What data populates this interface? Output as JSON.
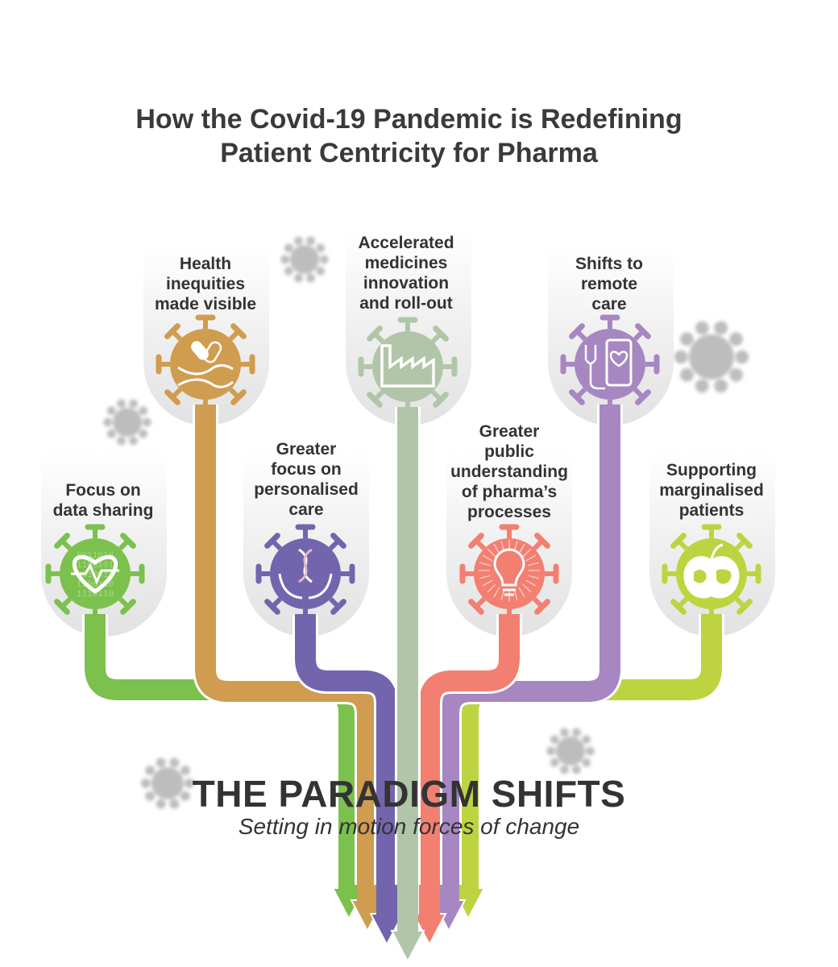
{
  "title": {
    "line1": "How the Covid-19 Pandemic is Redefining",
    "line2": "Patient Centricity for Pharma"
  },
  "branches": [
    {
      "id": "data",
      "lines": [
        "Focus on",
        "data sharing"
      ],
      "color": "#7cc04d",
      "icon": "heart-pulse-binary-icon",
      "binary": [
        "0011010",
        "1100101",
        "0010010",
        "1100110",
        "1110110"
      ]
    },
    {
      "id": "health",
      "lines": [
        "Health",
        "inequities",
        "made visible"
      ],
      "color": "#d09c4f",
      "icon": "pill-hands-icon"
    },
    {
      "id": "personal",
      "lines": [
        "Greater",
        "focus on",
        "personalised",
        "care"
      ],
      "color": "#7265ae",
      "icon": "dna-hands-icon"
    },
    {
      "id": "medicines",
      "lines": [
        "Accelerated",
        "medicines",
        "innovation",
        "and roll-out"
      ],
      "color": "#b1c6a9",
      "icon": "factory-icon"
    },
    {
      "id": "public",
      "lines": [
        "Greater",
        "public",
        "understanding",
        "of pharma’s",
        "processes"
      ],
      "color": "#f37f71",
      "icon": "lightbulb-icon"
    },
    {
      "id": "remote",
      "lines": [
        "Shifts to",
        "remote",
        "care"
      ],
      "color": "#a687c1",
      "icon": "phone-stethoscope-icon"
    },
    {
      "id": "marginal",
      "lines": [
        "Supporting",
        "marginalised",
        "patients"
      ],
      "color": "#bdd440",
      "icon": "apple-globe-icon"
    }
  ],
  "footer": {
    "heading": "THE PARADIGM SHIFTS",
    "subheading": "Setting in motion forces of change"
  }
}
